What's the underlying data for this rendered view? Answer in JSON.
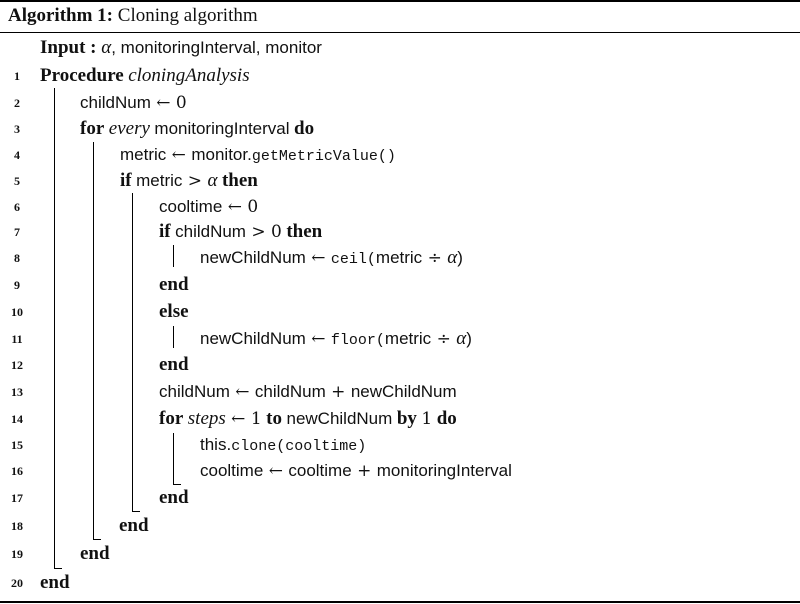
{
  "caption": {
    "label": "Algorithm 1:",
    "title": "Cloning algorithm"
  },
  "input": {
    "keyword": "Input",
    "sep": " : ",
    "alpha": "α",
    "rest": ", monitoringInterval, monitor"
  },
  "lines": {
    "n1": "1",
    "n2": "2",
    "n3": "3",
    "n4": "4",
    "n5": "5",
    "n6": "6",
    "n7": "7",
    "n8": "8",
    "n9": "9",
    "n10": "10",
    "n11": "11",
    "n12": "12",
    "n13": "13",
    "n14": "14",
    "n15": "15",
    "n16": "16",
    "n17": "17",
    "n18": "18",
    "n19": "19",
    "n20": "20"
  },
  "kw": {
    "procedure": "Procedure",
    "for": "for",
    "do": "do",
    "if": "if",
    "then": "then",
    "end": "end",
    "else": "else",
    "to": "to",
    "by": "by"
  },
  "code": {
    "proc_name": "cloningAnalysis",
    "childnum_init_lhs": "childNum",
    "arrow": " ← ",
    "zero": "0",
    "every": "every",
    "monitoring_interval": "monitoringInterval",
    "metric": "metric",
    "monitor_obj": "monitor.",
    "get_metric": "getMetricValue()",
    "gt": " > ",
    "alpha": "α",
    "cooltime": "cooltime",
    "childnum": "childNum",
    "new_child_num": "newChildNum",
    "ceil": "ceil(",
    "floor": "floor(",
    "div": " ÷ ",
    "close": ")",
    "plus": " + ",
    "steps": "steps",
    "one": "1",
    "this_obj": "this.",
    "clone": "clone(cooltime)"
  }
}
